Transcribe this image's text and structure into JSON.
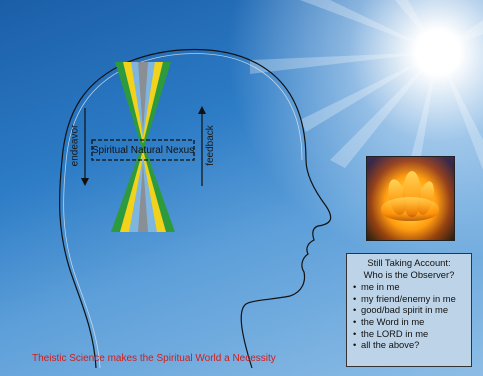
{
  "diagram": {
    "nexus_label": "Spiritual Natural Nexus",
    "left_arrow_label": "endeavor",
    "right_arrow_label": "feedback"
  },
  "observer_box": {
    "title_line1": "Still Taking Account:",
    "title_line2": "Who is the Observer?",
    "items": [
      "me in me",
      "my friend/enemy in me",
      "good/bad spirit in me",
      "the Word in me",
      "the LORD in me",
      "all the above?"
    ]
  },
  "caption": "Theistic Science makes the Spiritual World a Necessity",
  "colors": {
    "cone_green": "#2e9a3e",
    "cone_yellow": "#f2d21a",
    "cone_blue": "#7fb6e0",
    "cone_gray": "#8a8f95",
    "caption_red": "#d21c1c",
    "box_fill": "#bdd4e8"
  }
}
